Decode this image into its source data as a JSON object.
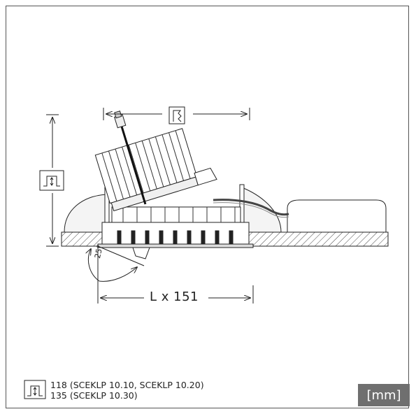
{
  "dimension_length": "L x 151",
  "tilt_angle": "25°",
  "legend": {
    "line1": "118 (SCEKLP 10.10, SCEKLP 10.20)",
    "line2": "135 (SCEKLP 10.30)"
  },
  "unit_label": "[mm]",
  "icons": [
    "height-dimension-icon",
    "width-dimension-icon",
    "legend-height-icon"
  ]
}
